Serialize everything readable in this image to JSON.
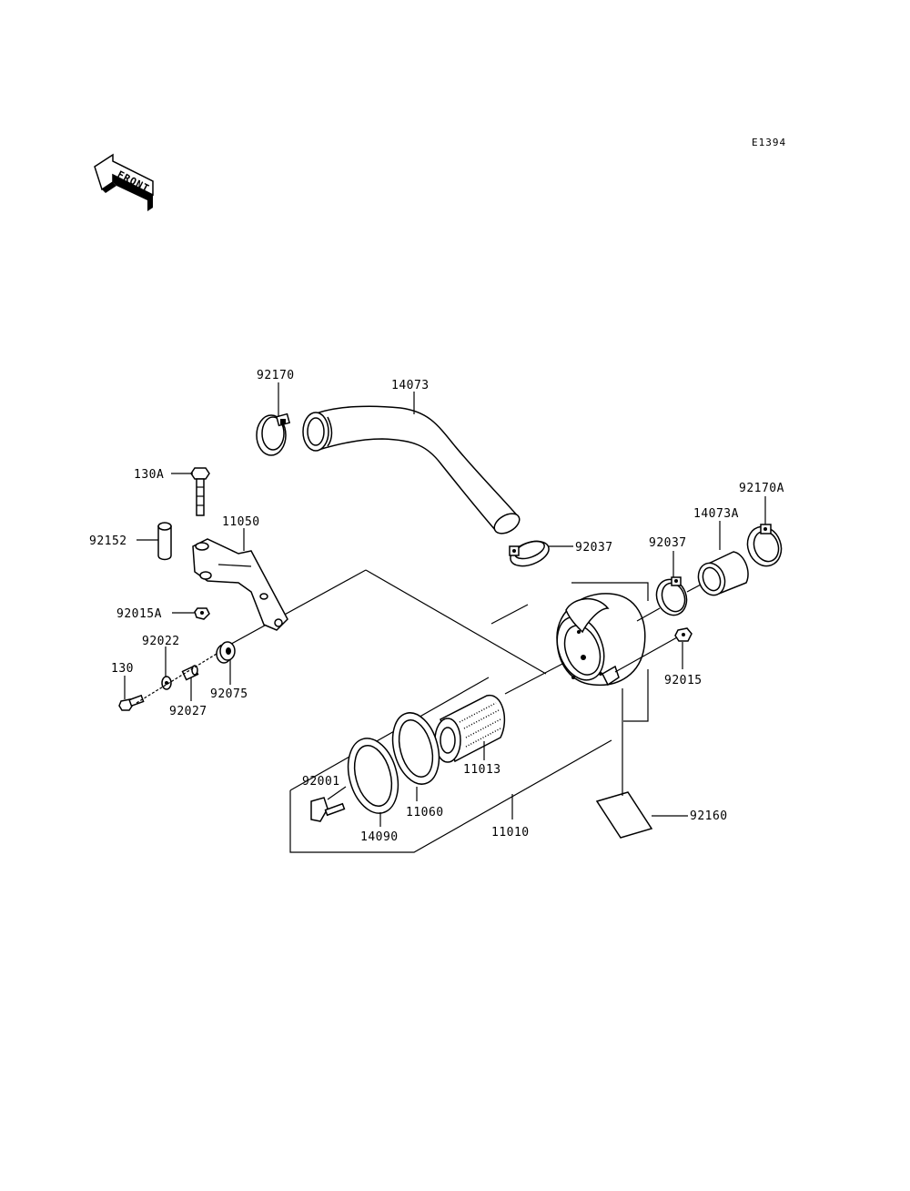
{
  "diagram_code": "E1394",
  "front_arrow_text": "FRONT",
  "labels": {
    "p92170": "92170",
    "p14073": "14073",
    "p130A": "130A",
    "p11050": "11050",
    "p92152": "92152",
    "p92015A": "92015A",
    "p92022": "92022",
    "p130": "130",
    "p92027": "92027",
    "p92075": "92075",
    "p92037a": "92037",
    "p92037b": "92037",
    "p92170A": "92170A",
    "p14073A": "14073A",
    "p92015": "92015",
    "p11013": "11013",
    "p92001": "92001",
    "p11060": "11060",
    "p14090": "14090",
    "p11010": "11010",
    "p92160": "92160"
  }
}
